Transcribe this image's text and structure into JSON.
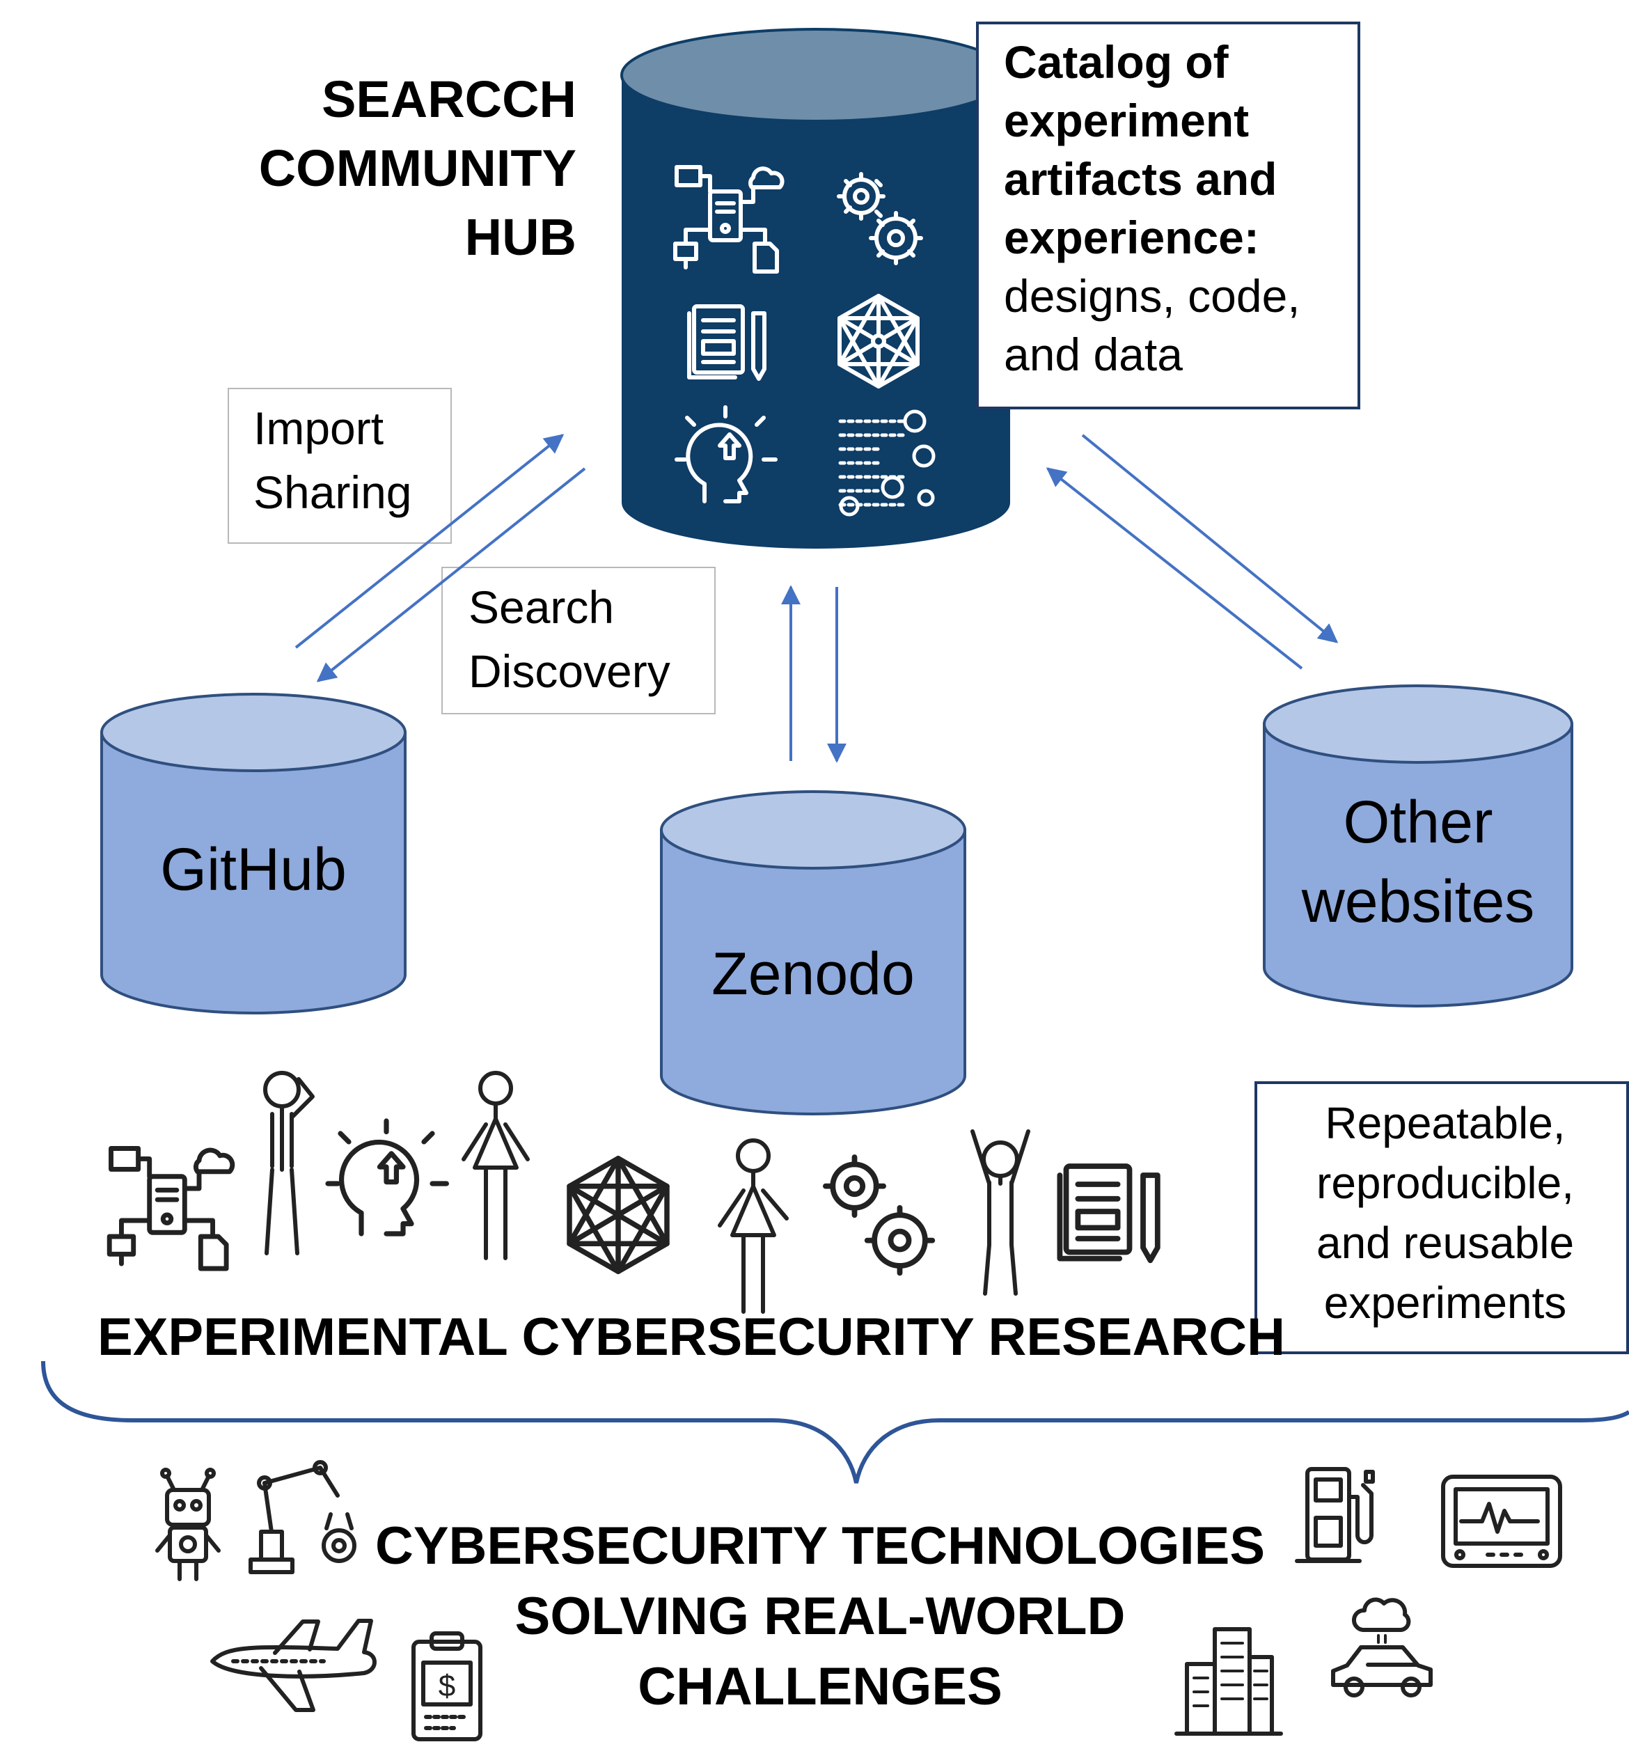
{
  "hub": {
    "title_lines": [
      "SEARCCH",
      "COMMUNITY",
      "HUB"
    ]
  },
  "catalog": {
    "bold_lines": [
      "Catalog of",
      "experiment",
      "artifacts and",
      "experience:"
    ],
    "normal_lines": [
      "designs, code,",
      "and data"
    ]
  },
  "labels": {
    "import_sharing": [
      "Import",
      "Sharing"
    ],
    "search_discovery": [
      "Search",
      "Discovery"
    ],
    "repeatable": [
      "Repeatable,",
      "reproducible,",
      "and reusable",
      "experiments"
    ]
  },
  "repositories": {
    "github": [
      "GitHub"
    ],
    "zenodo": [
      "Zenodo"
    ],
    "other": [
      "Other",
      "websites"
    ]
  },
  "research_title": "EXPERIMENTAL CYBERSECURITY RESEARCH",
  "technologies_title": [
    "CYBERSECURITY TECHNOLOGIES",
    "SOLVING REAL-WORLD",
    "CHALLENGES"
  ],
  "colors": {
    "hub_fill": "#0e3d66",
    "hub_top": "#6f8ea9",
    "repo_fill": "#8faadc",
    "repo_top": "#b4c7e7",
    "repo_stroke": "#2f4f7f",
    "arrow": "#4472c4",
    "brace": "#2e5597",
    "icon_stroke": "#222222"
  },
  "icons": {
    "hub": [
      "network-icon",
      "gears-icon",
      "document-pencil-icon",
      "mesh-network-icon",
      "idea-head-icon",
      "binary-data-icon"
    ],
    "research": [
      "network-icon",
      "person-thinking-icon",
      "idea-head-icon",
      "person-standing-icon",
      "mesh-network-icon",
      "person-pointing-icon",
      "gears-icon",
      "person-cheering-icon",
      "document-pencil-icon"
    ],
    "technologies": [
      "robot-icon",
      "robotic-arm-icon",
      "fuel-pump-icon",
      "monitor-heartbeat-icon",
      "airplane-icon",
      "clipboard-dollar-icon",
      "city-buildings-icon",
      "cloud-car-icon"
    ]
  }
}
